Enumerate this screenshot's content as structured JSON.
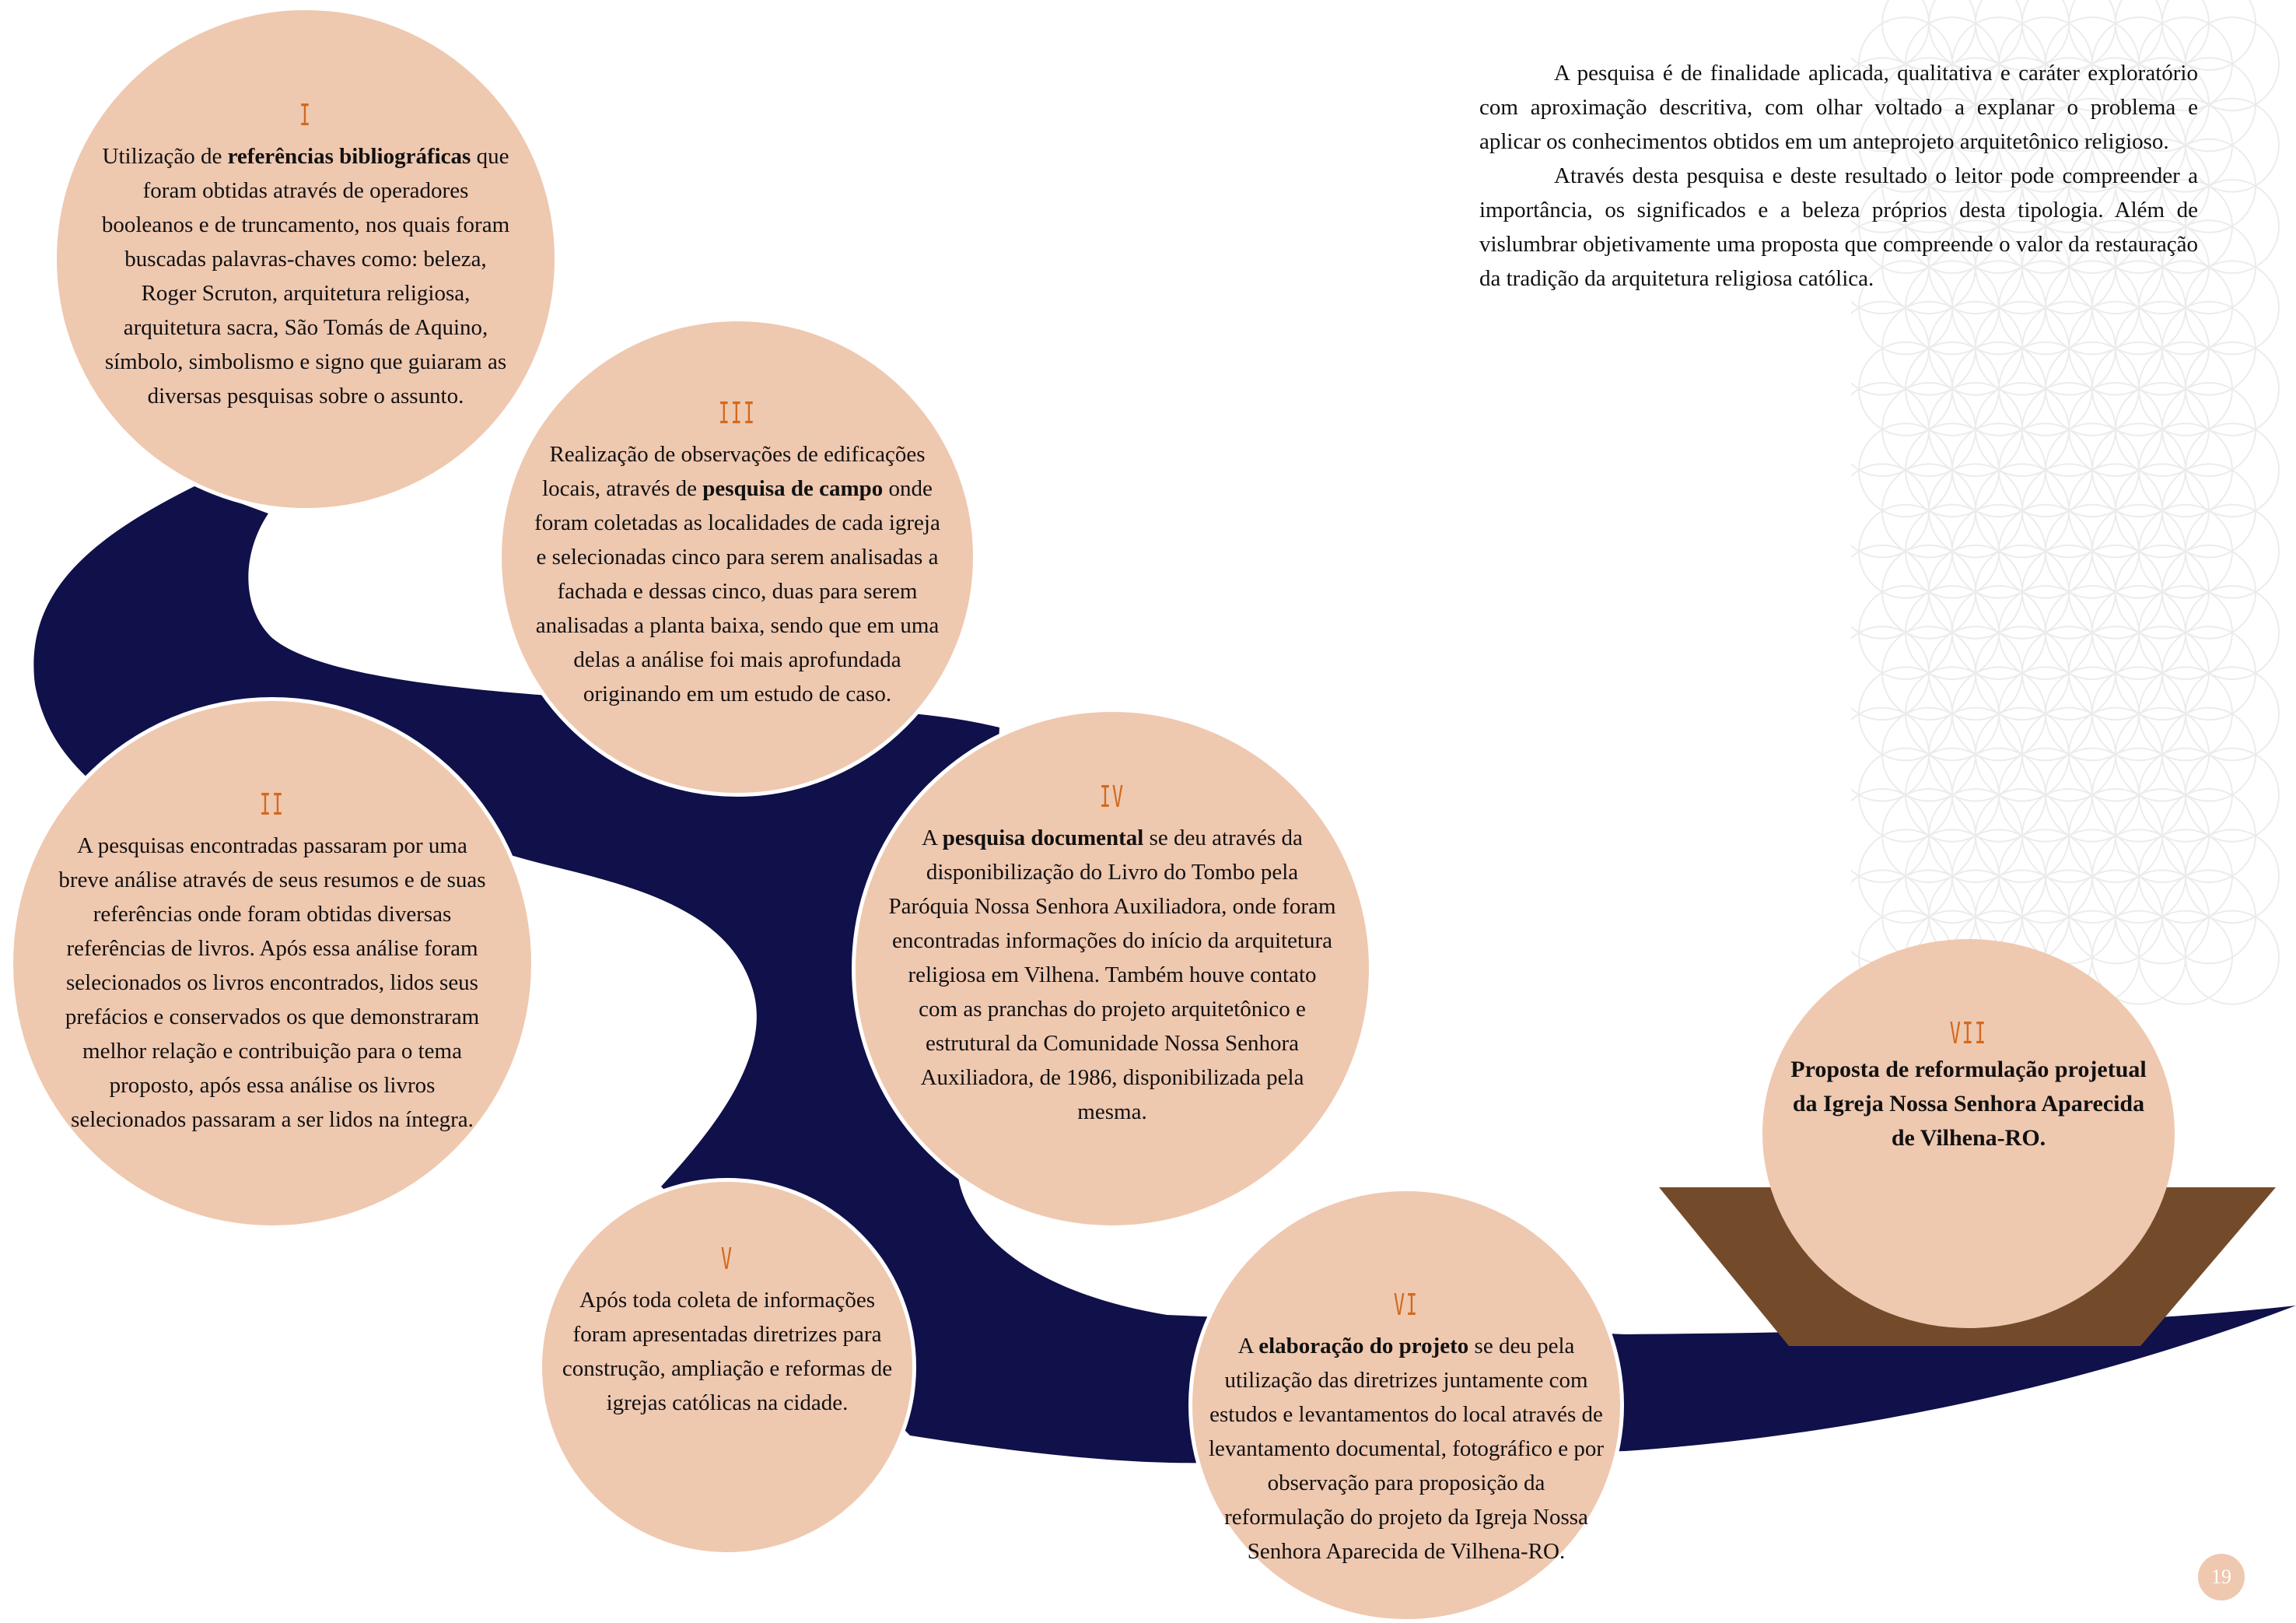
{
  "colors": {
    "path": "#10104a",
    "circle_fill": "#efc8b0",
    "numeral": "#d2691e",
    "basket": "#734b2b",
    "pattern": "#ececec"
  },
  "intro": {
    "paragraph_1": "A pesquisa é de finalidade aplicada, qualitativa e caráter exploratório com aproximação descritiva, com olhar voltado a explanar o problema e aplicar os conhecimentos obtidos em um anteprojeto arquitetônico religioso.",
    "paragraph_2": "Através desta pesquisa e deste resultado o leitor pode compreender a importância, os significados e a beleza próprios desta tipologia. Além de vislumbrar objetivamente uma proposta que compreende o valor da restauração da tradição da arquitetura religiosa católica."
  },
  "steps": [
    {
      "numeral": "I",
      "text_before": "Utilização de ",
      "bold": "referências bibliográficas",
      "text_after": " que foram obtidas através de operadores booleanos e de truncamento, nos quais foram buscadas palavras-chaves como: beleza, Roger Scruton, arquitetura religiosa, arquitetura sacra, São Tomás de Aquino, símbolo, simbolismo e signo que guiaram as diversas pesquisas sobre o assunto."
    },
    {
      "numeral": "II",
      "text_before": "A pesquisas encontradas passaram por uma breve análise através de seus resumos e de suas referências onde foram obtidas diversas referências de livros. Após essa análise foram selecionados os livros encontrados, lidos seus prefácios e conservados os que demonstraram melhor relação e contribuição para o tema proposto, após essa análise os livros selecionados passaram a ser lidos na íntegra.",
      "bold": "",
      "text_after": ""
    },
    {
      "numeral": "III",
      "text_before": "Realização de observações de edificações locais, através de ",
      "bold": "pesquisa de campo",
      "text_after": " onde foram coletadas as localidades de cada igreja e selecionadas cinco para serem analisadas a fachada e dessas cinco, duas para serem analisadas a planta baixa, sendo que em uma delas a análise foi mais aprofundada originando em um estudo de caso."
    },
    {
      "numeral": "IV",
      "text_before": "A ",
      "bold": "pesquisa documental",
      "text_after": " se deu através da disponibilização do Livro do Tombo pela Paróquia Nossa Senhora Auxiliadora, onde foram encontradas informações do início da arquitetura religiosa em Vilhena. Também houve contato com as pranchas do projeto arquitetônico e estrutural da Comunidade Nossa Senhora Auxiliadora, de 1986, disponibilizada pela mesma."
    },
    {
      "numeral": "V",
      "text_before": "Após toda coleta de informações foram apresentadas diretrizes para construção, ampliação e reformas de igrejas católicas na cidade.",
      "bold": "",
      "text_after": ""
    },
    {
      "numeral": "VI",
      "text_before": "A ",
      "bold": "elaboração do projeto",
      "text_after": " se deu pela utilização das diretrizes juntamente com estudos e levantamentos do local através de levantamento documental, fotográfico e por observação para proposição da reformulação do projeto da Igreja Nossa Senhora Aparecida de Vilhena-RO."
    },
    {
      "numeral": "VII",
      "text_before": "",
      "bold": "Proposta de reformulação projetual da Igreja Nossa Senhora Aparecida de Vilhena-RO.",
      "text_after": ""
    }
  ],
  "page_number": "19"
}
